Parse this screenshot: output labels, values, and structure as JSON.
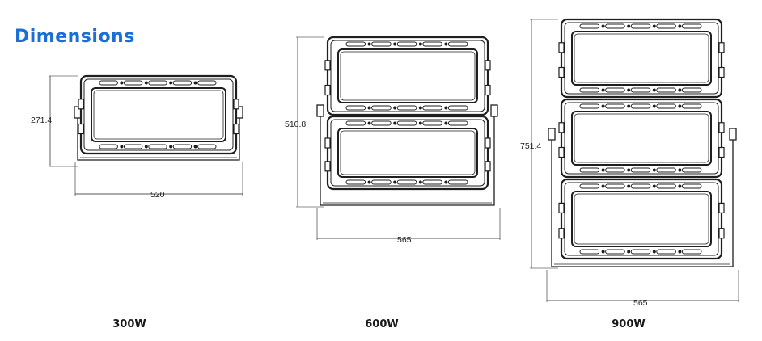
{
  "heading": {
    "text": "Dimensions",
    "color": "#1a6fd6"
  },
  "models": [
    {
      "label": "300W",
      "width": "520",
      "height": "271.4"
    },
    {
      "label": "600W",
      "width": "565",
      "height": "510.8"
    },
    {
      "label": "900W",
      "width": "565",
      "height": "751.4"
    }
  ],
  "line_color": "#1f1f1f"
}
